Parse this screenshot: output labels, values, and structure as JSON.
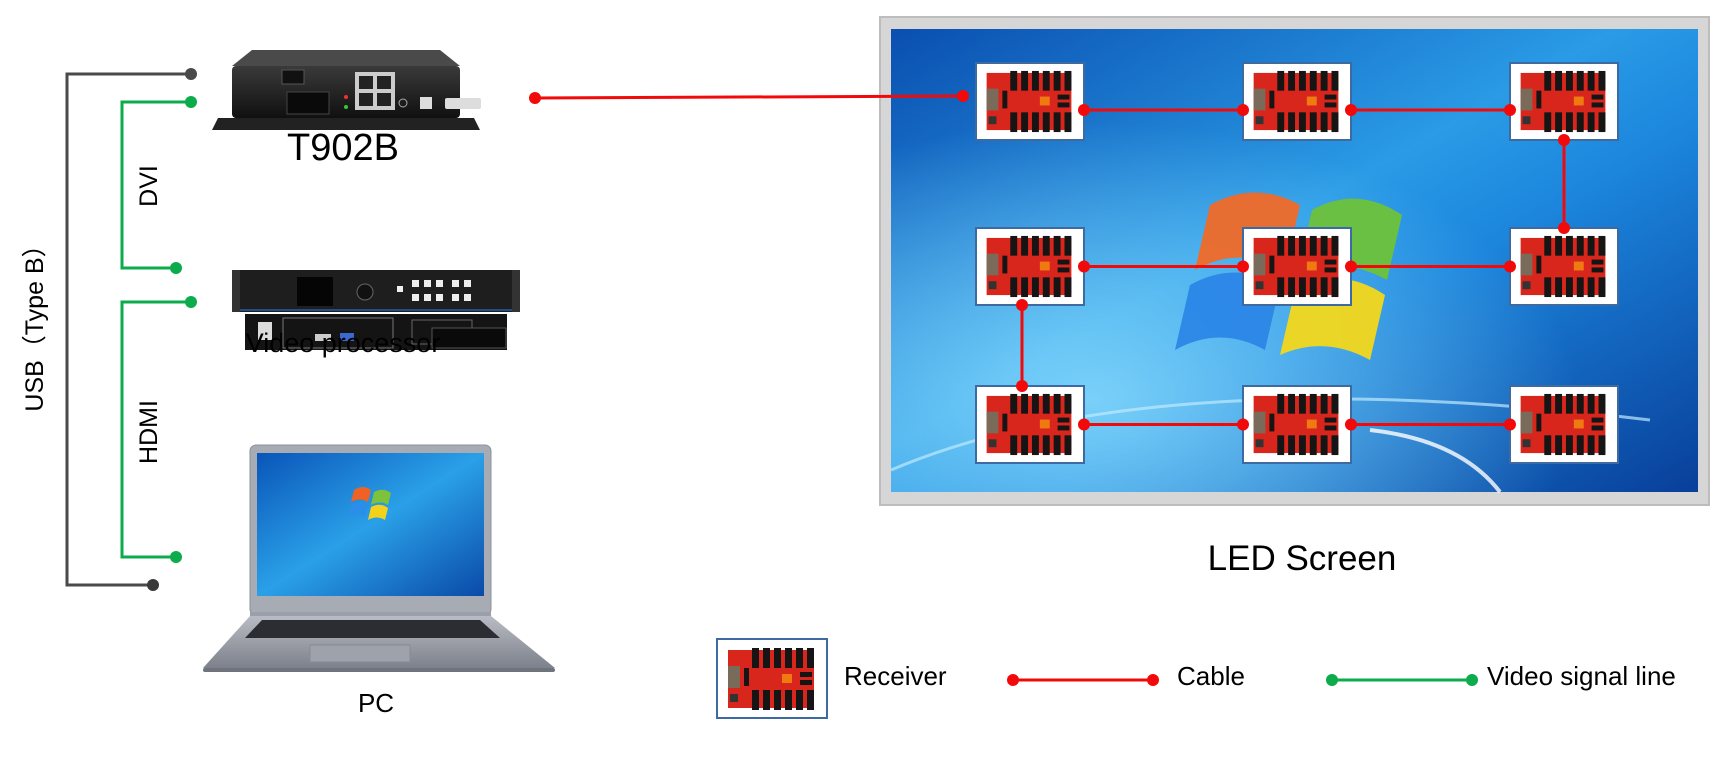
{
  "colors": {
    "cable": "#f20a0a",
    "video_signal": "#0cab4b",
    "usb": "#4a4a4a",
    "receiver_frame": "#3d6aa0",
    "screen_bezel": "#d4d4d4",
    "wallpaper": "#0e62c9"
  },
  "devices": {
    "controller": {
      "label": "T902B",
      "icon": "sending-card-box-icon"
    },
    "processor": {
      "label": "Video processor",
      "icon": "video-processor-icon"
    },
    "pc": {
      "label": "PC",
      "icon": "laptop-icon"
    },
    "screen": {
      "label": "LED Screen",
      "icon": "led-screen-icon"
    }
  },
  "connections": {
    "usb": {
      "label": "USB（Type B）",
      "from": "PC",
      "to": "T902B"
    },
    "dvi": {
      "label": "DVI",
      "from": "Video processor",
      "to": "T902B"
    },
    "hdmi": {
      "label": "HDMI",
      "from": "PC",
      "to": "Video processor"
    },
    "cable": {
      "from": "T902B",
      "to": "Receiver r1c1"
    }
  },
  "receivers": {
    "rows": 3,
    "cols": 3,
    "label": "Receiver",
    "chain": [
      [
        1,
        1
      ],
      [
        1,
        2
      ],
      [
        1,
        3
      ],
      [
        2,
        3
      ],
      [
        2,
        2
      ],
      [
        2,
        1
      ],
      [
        3,
        1
      ],
      [
        3,
        2
      ],
      [
        3,
        3
      ]
    ]
  },
  "legend": {
    "receiver": "Receiver",
    "cable": "Cable",
    "video_signal": "Video signal line"
  }
}
